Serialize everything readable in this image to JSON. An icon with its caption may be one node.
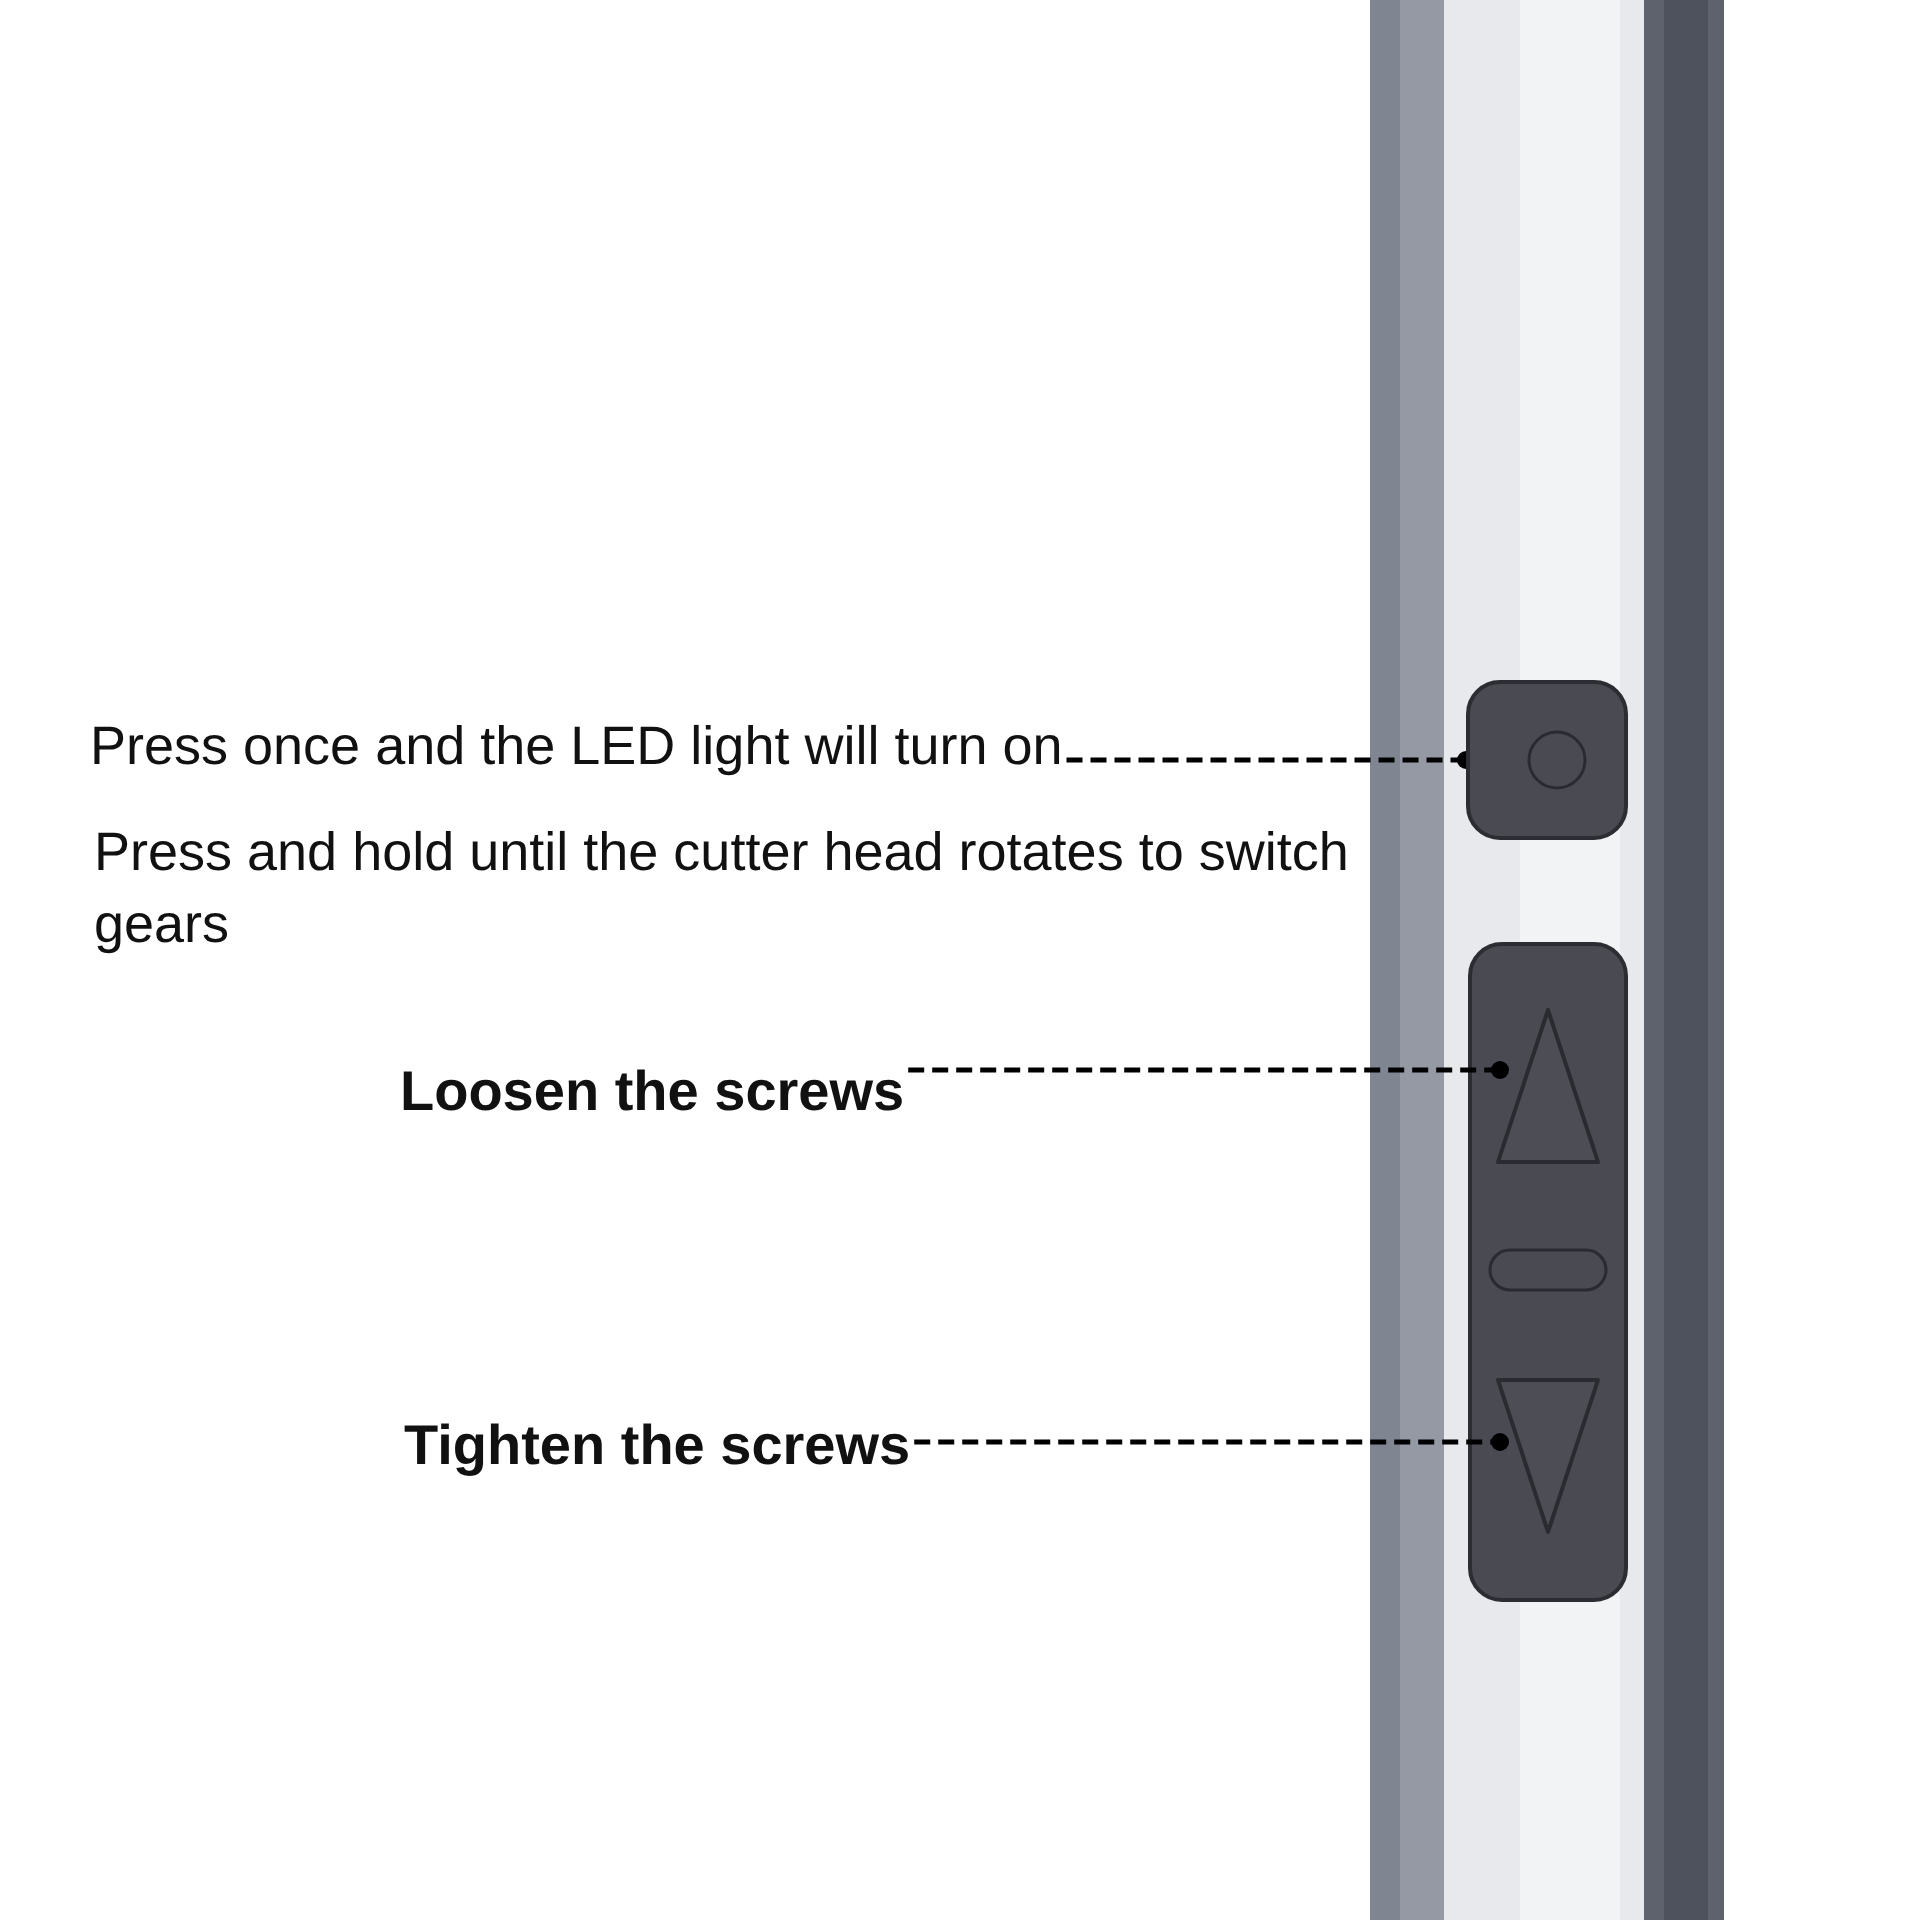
{
  "diagram": {
    "nodes": [
      {
        "text": [
          "Press once and the LED light will turn on"
        ]
      },
      {
        "text": [],
        "shape": "box"
      },
      {
        "text": [
          "Loosen the screws"
        ]
      },
      {
        "text": [],
        "shape": "triangle"
      },
      {
        "text": [
          "Tighten the screws"
        ]
      },
      {
        "text": [],
        "shape": "triangle"
      }
    ],
    "edges": [
      {
        "from": 0,
        "to": 1,
        "arrow": "other",
        "style": "dashed"
      },
      {
        "from": 2,
        "to": 3,
        "arrow": "other",
        "style": "dashed"
      },
      {
        "from": 4,
        "to": 5,
        "arrow": "other",
        "style": "dashed"
      }
    ],
    "labels": [
      "Press and hold until the cutter head rotates to switch gears"
    ]
  }
}
